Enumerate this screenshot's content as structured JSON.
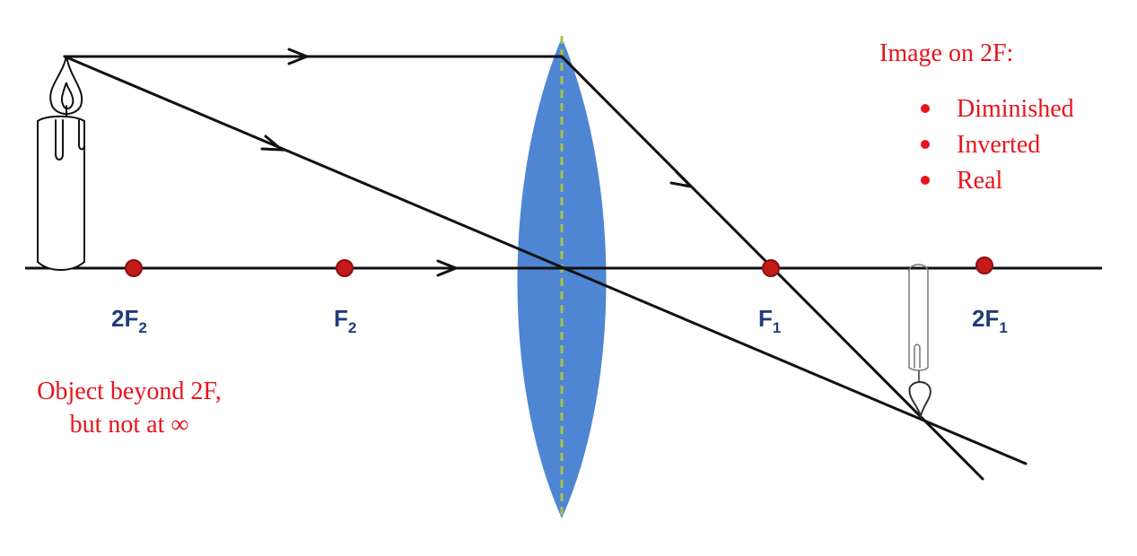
{
  "image_title": {
    "text": "Image on 2F:"
  },
  "image_properties": [
    "Diminished",
    "Inverted",
    "Real"
  ],
  "object_note": {
    "line1": "Object beyond 2F,",
    "line2": "but not at ∞"
  },
  "focal_points": [
    {
      "id": "2f2",
      "main": "2F",
      "sub": "2"
    },
    {
      "id": "f2",
      "main": "F",
      "sub": "2"
    },
    {
      "id": "f1",
      "main": "F",
      "sub": "1"
    },
    {
      "id": "2f1",
      "main": "2F",
      "sub": "1"
    }
  ],
  "colors": {
    "lens_fill": "#4f86d4",
    "lens_axis": "#a9c04a",
    "ray": "#111111",
    "focal_dot": "#c41a1a",
    "annotation_text": "#e8141c",
    "focal_label": "#1f3b7a"
  }
}
